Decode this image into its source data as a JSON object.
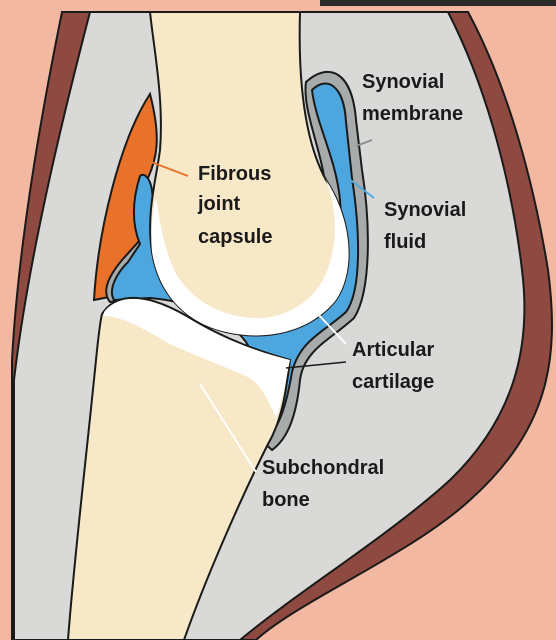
{
  "colors": {
    "background_skin": "#f2b8a2",
    "dermis": "#8e4a40",
    "soft_tissue": "#d9dad7",
    "bone": "#f7e8c8",
    "cartilage": "#ffffff",
    "synovial_fluid": "#4ea6df",
    "synovial_membrane": "#a8abab",
    "fibrous_capsule": "#e8722a",
    "outline": "#1a1a1a"
  },
  "labels": {
    "fibrous_capsule": [
      "Fibrous",
      "joint",
      "capsule"
    ],
    "synovial_membrane": [
      "Synovial",
      "membrane"
    ],
    "synovial_fluid": [
      "Synovial",
      "fluid"
    ],
    "articular_cartilage": [
      "Articular",
      "cartilage"
    ],
    "subchondral_bone": [
      "Subchondral",
      "bone"
    ]
  }
}
